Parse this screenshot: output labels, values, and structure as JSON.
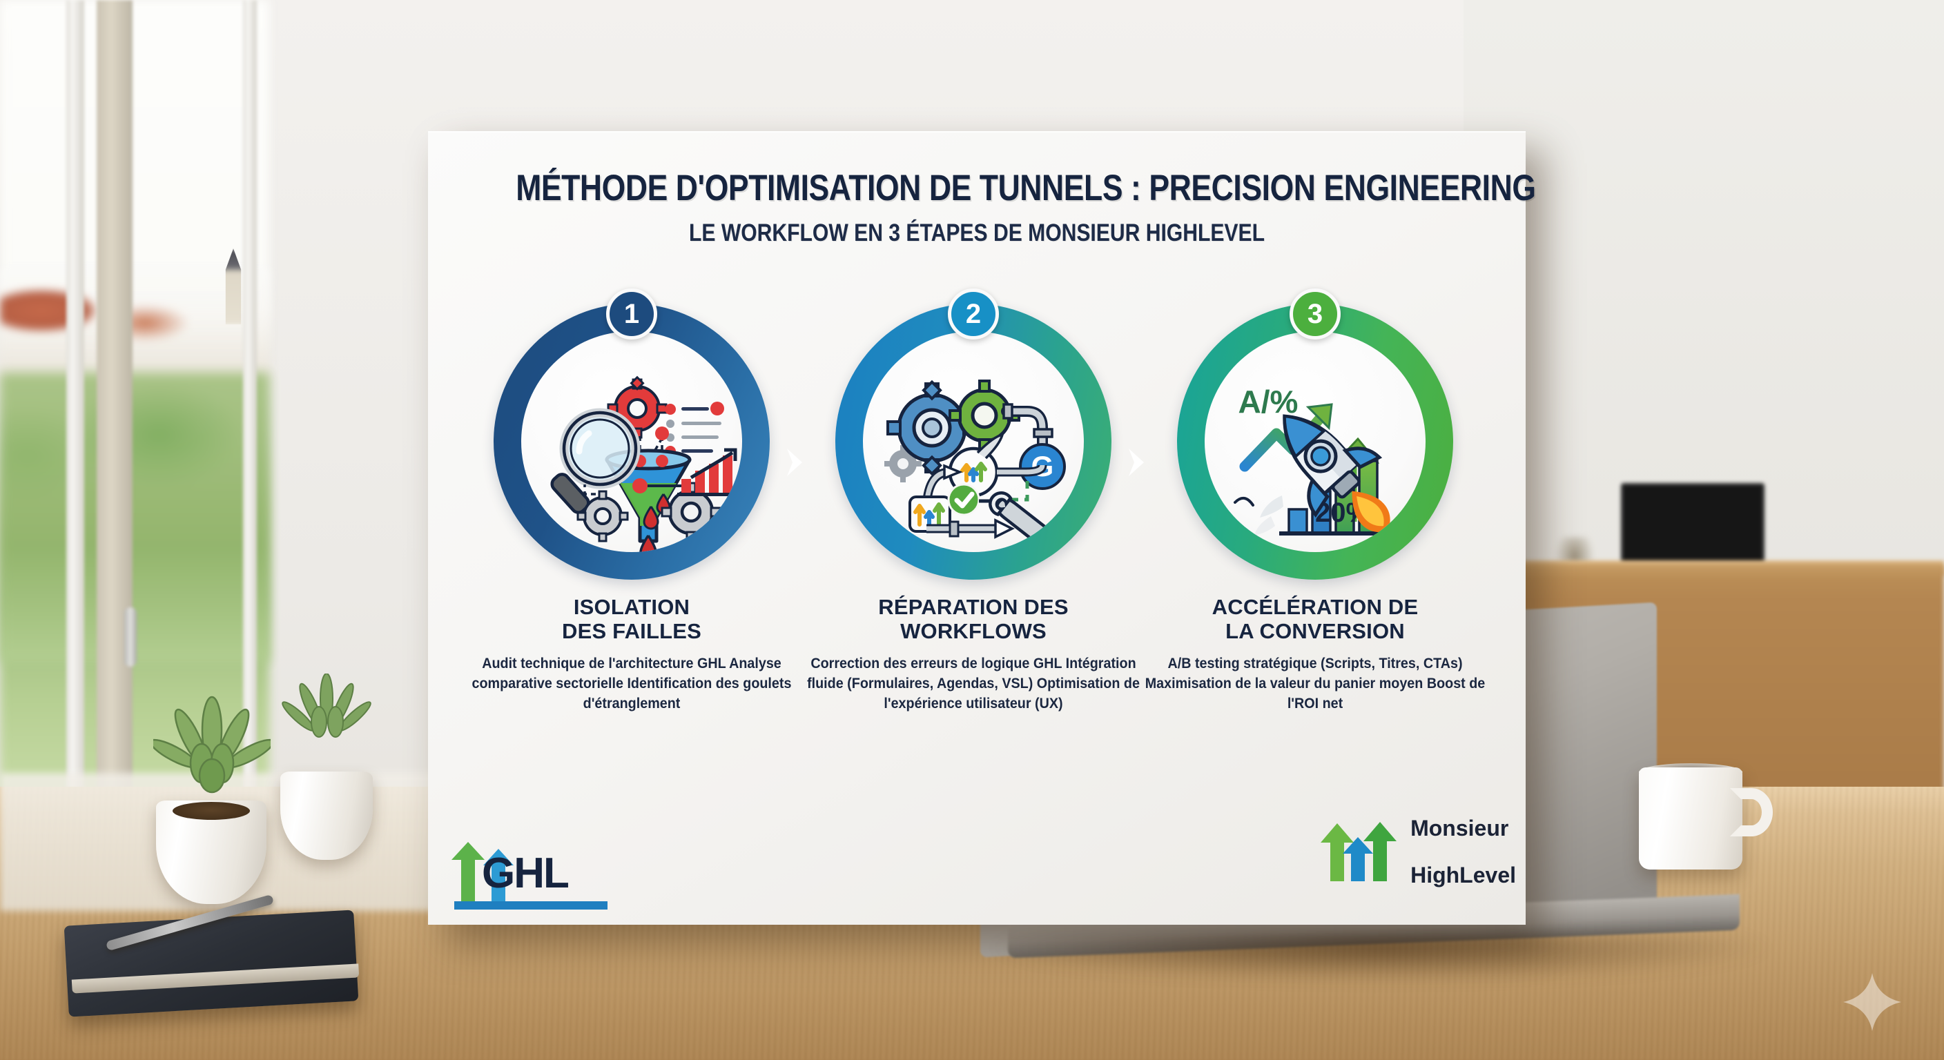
{
  "poster": {
    "title": "MÉTHODE D'OPTIMISATION DE TUNNELS : PRECISION ENGINEERING",
    "subtitle": "LE WORKFLOW EN 3 ÉTAPES DE MONSIEUR HIGHLEVEL",
    "background_color": "#f7f6f4",
    "title_color": "#16243f",
    "steps": [
      {
        "number": "1",
        "heading": "ISOLATION\nDES FAILLES",
        "bullets": "Audit technique de l'architecture GHL\nAnalyse comparative sectorielle\nIdentification des goulets d'étranglement",
        "ring_color_start": "#1d4b7e",
        "ring_color_end": "#3a86bd",
        "badge_color": "#1d4b7e",
        "icon": "magnifier-funnel-gears-icon"
      },
      {
        "number": "2",
        "heading": "RÉPARATION DES\nWORKFLOWS",
        "bullets": "Correction des erreurs de logique GHL\nIntégration fluide (Formulaires, Agendas, VSL)\nOptimisation de l'expérience utilisateur (UX)",
        "ring_color_start": "#1b7fc0",
        "ring_color_end": "#3caf72",
        "badge_color": "#1790c6",
        "icon": "gears-pipes-wrench-icon"
      },
      {
        "number": "3",
        "heading": "ACCÉLÉRATION DE\nLA CONVERSION",
        "bullets": "A/B testing stratégique (Scripts, Titres, CTAs)\nMaximisation de la valeur du panier moyen\nBoost de l'ROI net",
        "ring_color_start": "#18a39a",
        "ring_color_end": "#4caf3e",
        "badge_color": "#4caf3e",
        "icon": "rocket-growth-chart-icon"
      }
    ],
    "icon_labels": {
      "step3_ab_label": "A/%",
      "step3_percent_label": "20%",
      "step2_g_label": "G"
    },
    "logo_left": {
      "text": "GHL",
      "arrow_green": "#5cb24a",
      "arrow_blue": "#2d9bd4",
      "baseline_color": "#1f7fc0"
    },
    "logo_right": {
      "line1": "Monsieur",
      "line2": "HighLevel",
      "arrow_green": "#5cb24a",
      "arrow_blue": "#1f8ac8",
      "text_color": "#1b2336"
    },
    "separator_icon": "chevron-right-icon"
  },
  "scene": {
    "description": "Poster standing on a wooden desk in a bright living room",
    "desk_color": "#c9a87a",
    "wall_color": "#efeeea",
    "objects": [
      "window-with-village-view",
      "potted-succulent-front",
      "potted-succulent-back",
      "notebook-with-pen",
      "laptop",
      "white-coffee-mug",
      "wooden-sideboard",
      "background-monitor"
    ]
  }
}
